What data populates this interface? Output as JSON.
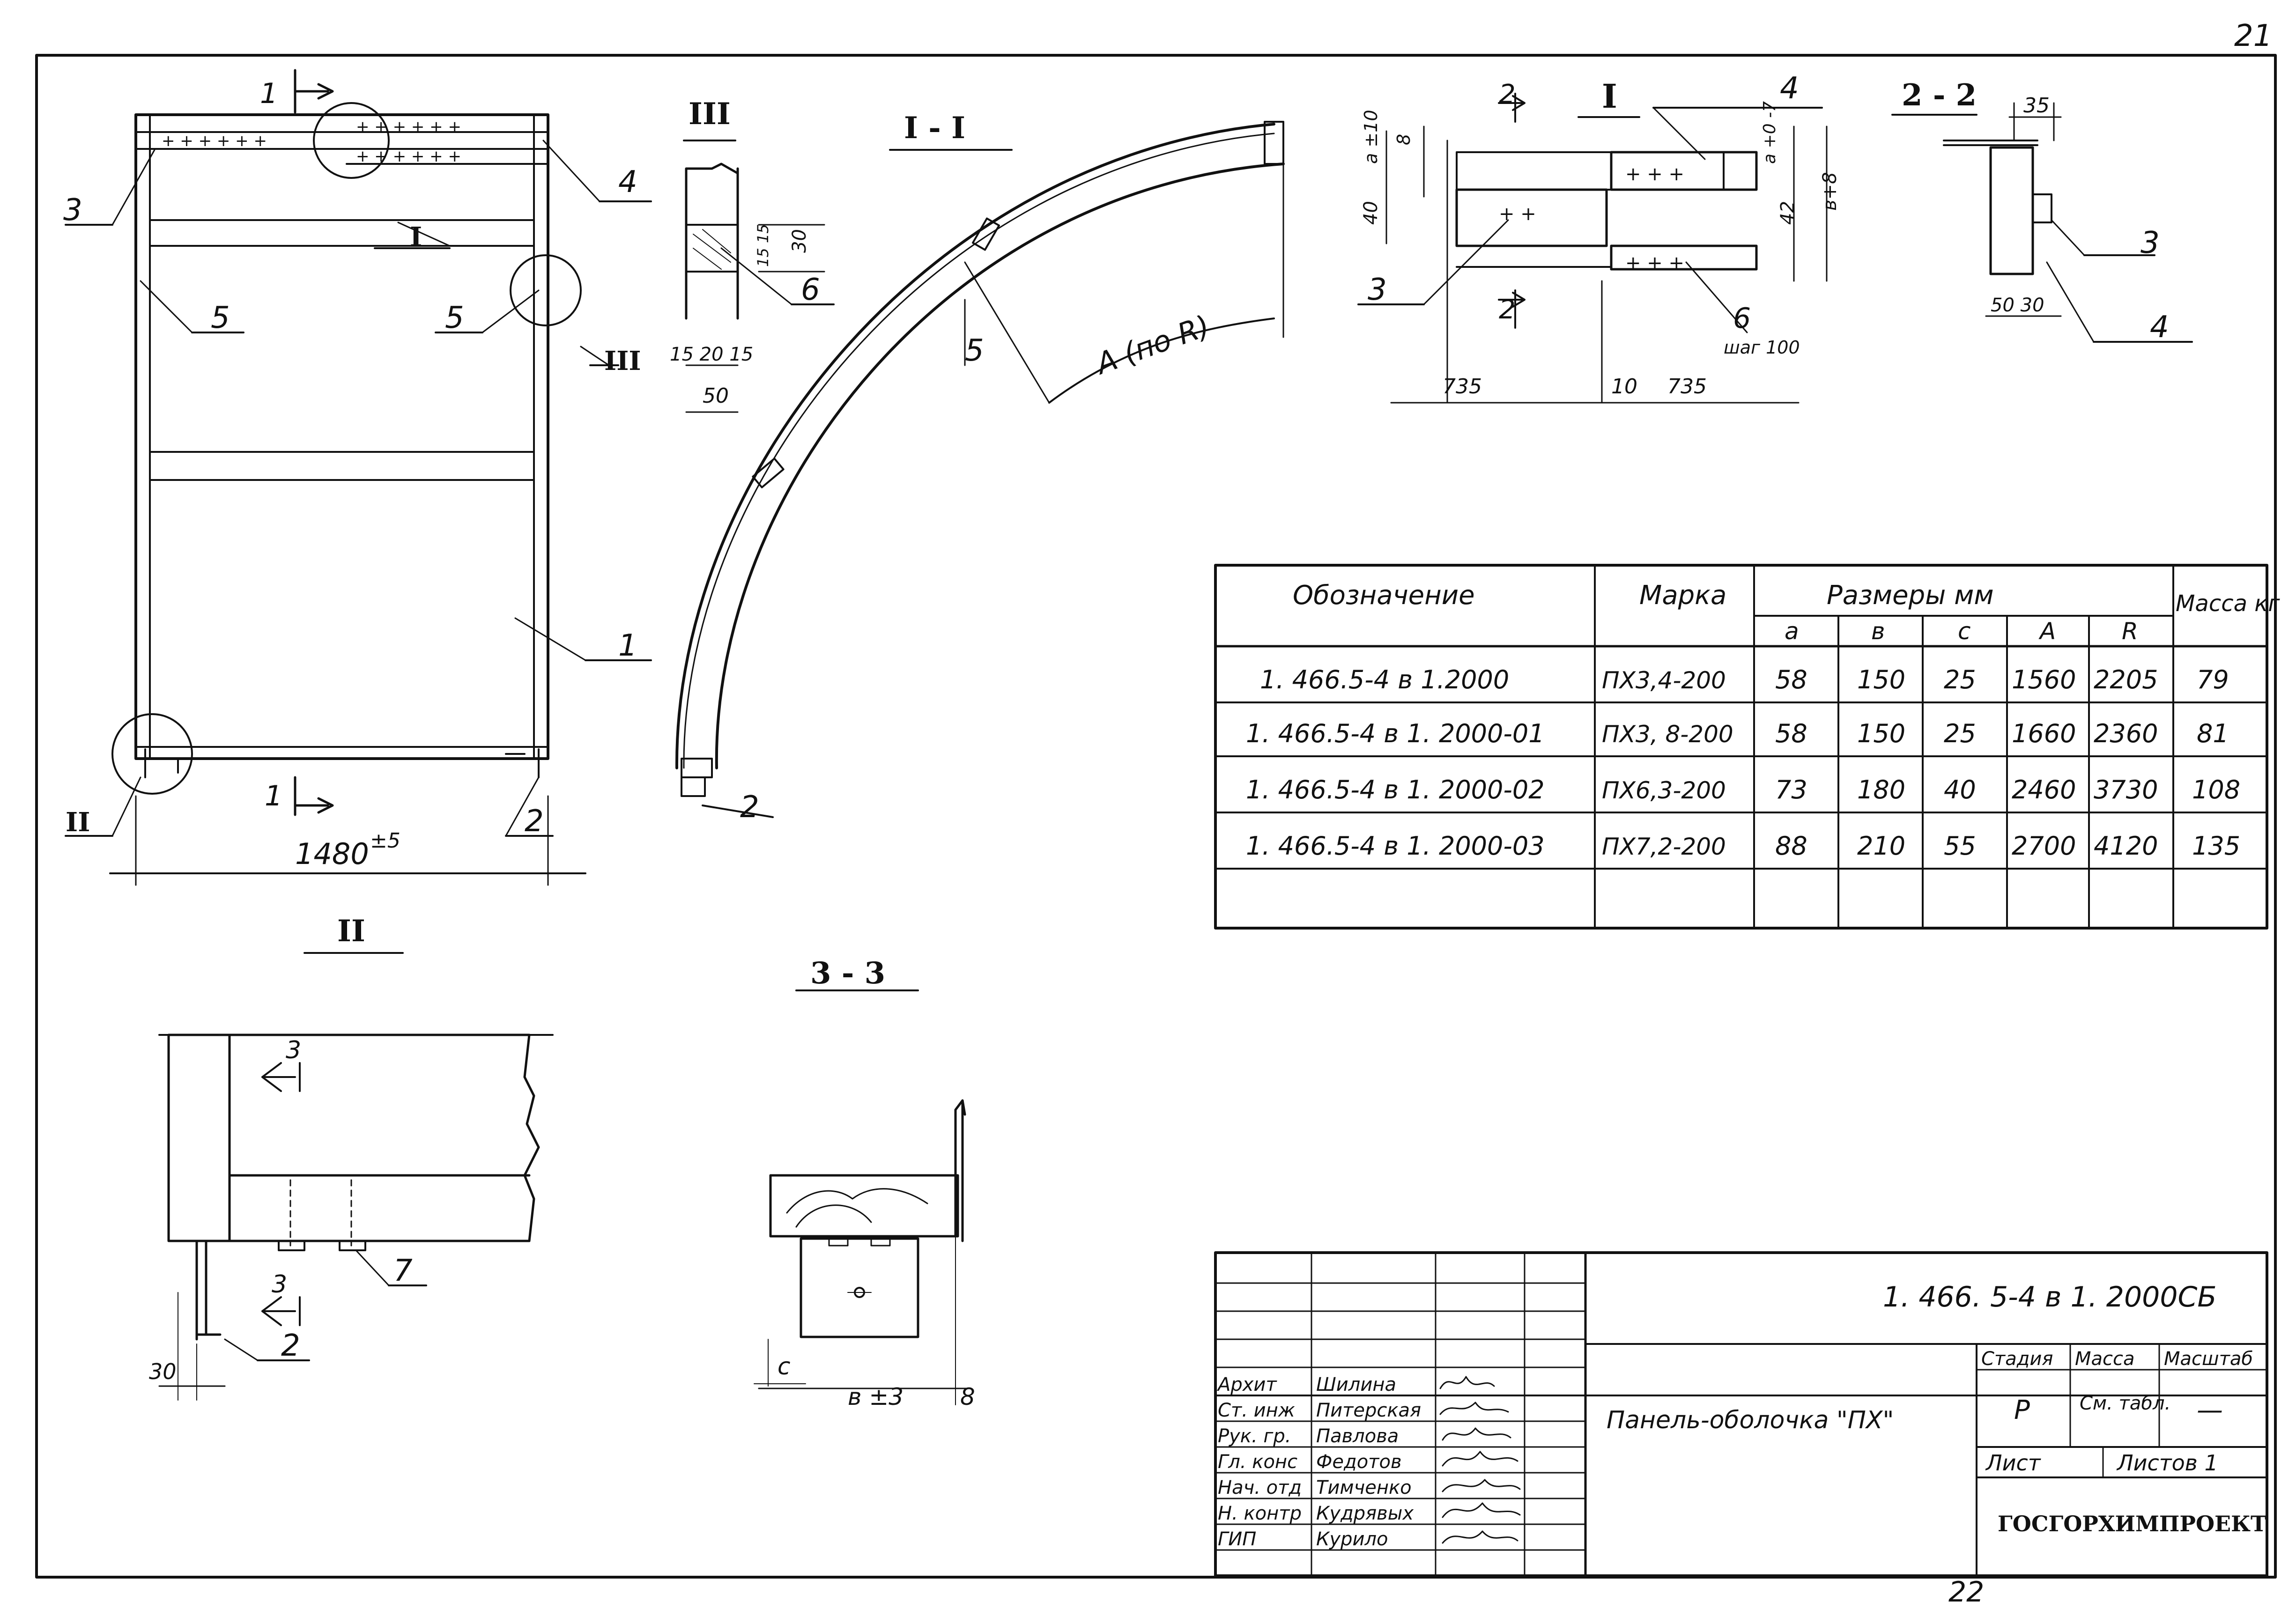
{
  "sheet": {
    "page_number_top": "21",
    "page_number_bottom": "22"
  },
  "views": {
    "section_I_I": "I - I",
    "detail_I": "I",
    "detail_II": "II",
    "detail_III": "III",
    "section_2_2": "2 - 2",
    "section_3_3": "3 - 3"
  },
  "callouts": {
    "c1": "1",
    "c2": "2",
    "c3": "3",
    "c4": "4",
    "c5": "5",
    "c6": "6",
    "c7": "7",
    "cut1": "1",
    "cut2": "2",
    "cut3": "3"
  },
  "dimensions": {
    "width_main": "1480",
    "width_tol": "±5",
    "d15": "15",
    "d20": "20",
    "d30": "30",
    "d50": "50",
    "d1515": "15 15",
    "d35": "35",
    "d5030": "50 30",
    "d735": "735",
    "d10": "10",
    "d40": "40",
    "d42": "42",
    "d8": "8",
    "a_tol": "a ±10",
    "a_tol2": "a +0 -7",
    "b_plus_8": "в+8",
    "arc_label": "A (по R)",
    "step": "шаг 100",
    "d_c": "c",
    "d_b": "в ±3",
    "d_8b": "8",
    "d30b": "30"
  },
  "spec_table": {
    "headers": {
      "designation": "Обозначение",
      "mark": "Марка",
      "sizes": "Размеры мм",
      "mass": "Масса кг",
      "a": "a",
      "b": "в",
      "c": "c",
      "A": "A",
      "R": "R"
    },
    "rows": [
      {
        "designation": "1. 466.5-4 в 1.2000",
        "mark": "ПХ3,4-200",
        "a": "58",
        "b": "150",
        "c": "25",
        "A": "1560",
        "R": "2205",
        "mass": "79"
      },
      {
        "designation": "1. 466.5-4 в 1. 2000-01",
        "mark": "ПХ3, 8-200",
        "a": "58",
        "b": "150",
        "c": "25",
        "A": "1660",
        "R": "2360",
        "mass": "81"
      },
      {
        "designation": "1. 466.5-4 в 1. 2000-02",
        "mark": "ПХ6,3-200",
        "a": "73",
        "b": "180",
        "c": "40",
        "A": "2460",
        "R": "3730",
        "mass": "108"
      },
      {
        "designation": "1. 466.5-4 в 1. 2000-03",
        "mark": "ПХ7,2-200",
        "a": "88",
        "b": "210",
        "c": "55",
        "A": "2700",
        "R": "4120",
        "mass": "135"
      }
    ]
  },
  "title_block": {
    "doc_code": "1. 466. 5-4 в 1. 2000СБ",
    "title": "Панель-оболочка \"ПХ\"",
    "stage_h": "Стадия",
    "mass_h": "Масса",
    "scale_h": "Масштаб",
    "stage": "Р",
    "mass": "См. табл.",
    "scale": "—",
    "sheet": "Лист",
    "sheets": "Листов 1",
    "org": "ГОСГОРХИМПРОЕКТ",
    "people": [
      {
        "role": "Архит",
        "name": "Шилина"
      },
      {
        "role": "Ст. инж",
        "name": "Питерская"
      },
      {
        "role": "Рук. гр.",
        "name": "Павлова"
      },
      {
        "role": "Гл. конс",
        "name": "Федотов"
      },
      {
        "role": "Нач. отд",
        "name": "Тимченко"
      },
      {
        "role": "Н. контр",
        "name": "Кудрявых"
      },
      {
        "role": "ГИП",
        "name": "Курило"
      }
    ]
  }
}
